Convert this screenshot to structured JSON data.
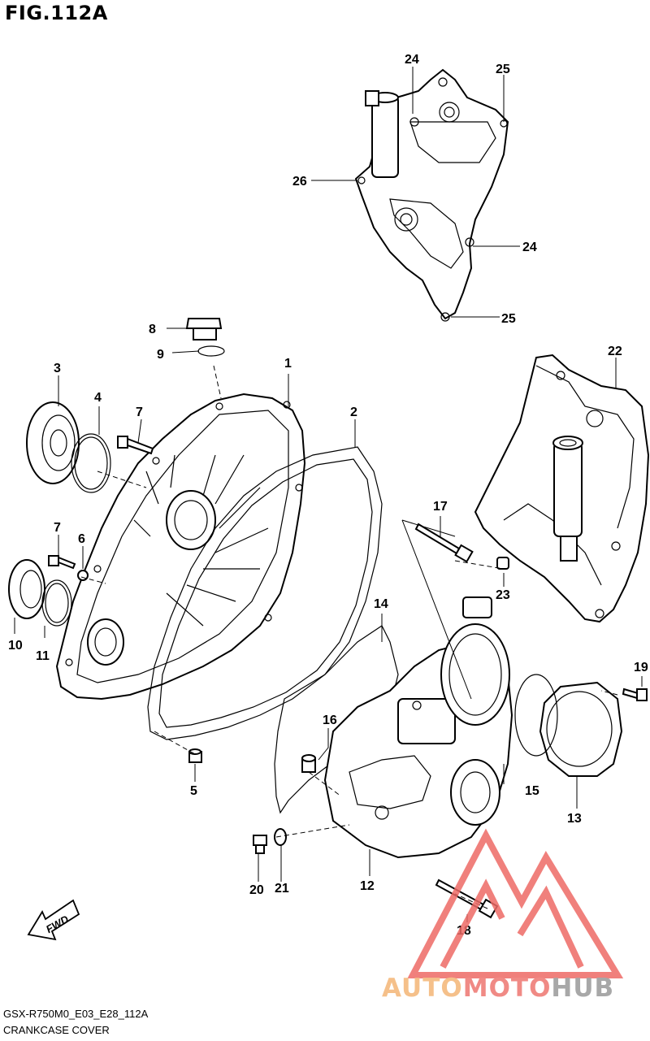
{
  "figure": {
    "title": "FIG.112A",
    "code": "GSX-R750M0_E03_E28_112A",
    "caption": "CRANKCASE COVER"
  },
  "fwd_label": "FWD",
  "callouts": [
    "1",
    "2",
    "3",
    "4",
    "5",
    "6",
    "7",
    "7",
    "8",
    "9",
    "10",
    "11",
    "12",
    "13",
    "14",
    "15",
    "16",
    "17",
    "18",
    "19",
    "20",
    "21",
    "22",
    "23",
    "24",
    "24",
    "25",
    "25",
    "26"
  ],
  "watermark": {
    "word_1": "AUTO",
    "word_2": "MOTO",
    "word_3": "HUB",
    "colors": {
      "auto": "#f5c08a",
      "moto": "#f08a85",
      "hub": "#a8a8a8",
      "logo": "#ee6a66"
    }
  }
}
